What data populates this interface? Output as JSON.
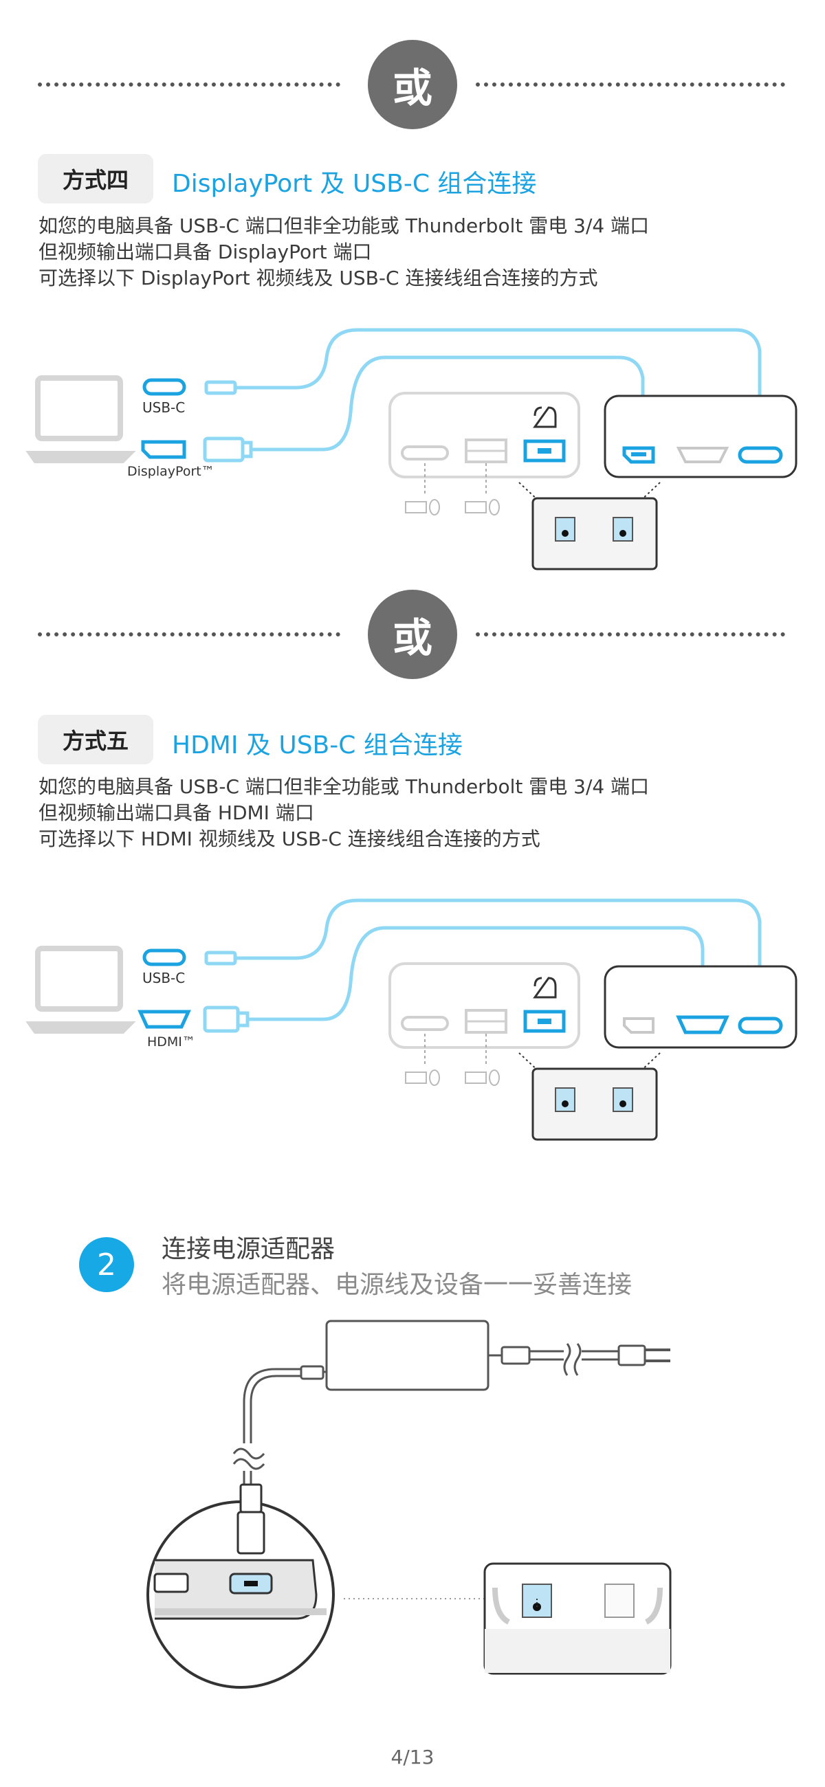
{
  "separator_label": "或",
  "method4": {
    "tag": "方式四",
    "title": "DisplayPort 及 USB-C 组合连接",
    "desc": [
      "如您的电脑具备 USB-C 端口但非全功能或 Thunderbolt 雷电 3/4 端口",
      "但视频输出端口具备 DisplayPort 端口",
      "可选择以下 DisplayPort 视频线及 USB-C 连接线组合连接的方式"
    ],
    "port_label_1": "USB-C",
    "port_label_2": "DisplayPort™"
  },
  "method5": {
    "tag": "方式五",
    "title": "HDMI 及 USB-C 组合连接",
    "desc": [
      "如您的电脑具备 USB-C 端口但非全功能或 Thunderbolt 雷电 3/4 端口",
      "但视频输出端口具备 HDMI 端口",
      "可选择以下 HDMI 视频线及 USB-C 连接线组合连接的方式"
    ],
    "port_label_1": "USB-C",
    "port_label_2": "HDMI™"
  },
  "step2": {
    "number": "2",
    "title": "连接电源适配器",
    "subtitle": "将电源适配器、电源线及设备一一妥善连接"
  },
  "page_number": "4/13",
  "colors": {
    "accent": "#1aa3e0",
    "badge": "#6e6e6e"
  }
}
